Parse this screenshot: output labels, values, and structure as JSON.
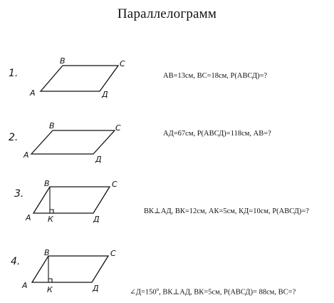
{
  "title": "Параллелограмм",
  "problems": [
    {
      "number": "1.",
      "vertices": {
        "A": "A",
        "B": "B",
        "C": "C",
        "D": "Д"
      },
      "text": "АВ=13см, ВС=18см, Р(АВСД)=?"
    },
    {
      "number": "2.",
      "vertices": {
        "A": "A",
        "B": "B",
        "C": "C",
        "D": "Д"
      },
      "text": "АД=67см, Р(АВСД)=118см, АВ=?"
    },
    {
      "number": "3.",
      "vertices": {
        "A": "A",
        "B": "B",
        "C": "C",
        "D": "Д",
        "K": "К"
      },
      "text": "ВК⊥АД,  ВК=12см, АК=5см, КД=10см, Р(АВСД)=?"
    },
    {
      "number": "4.",
      "vertices": {
        "A": "A",
        "B": "B",
        "C": "C",
        "D": "Д",
        "K": "К"
      },
      "angle_prefix": "∠Д=150",
      "angle_degree": "o",
      "text": ",  ВК⊥АД,  ВК=5см, Р(АВСД)= 88см, ВС=?"
    }
  ]
}
